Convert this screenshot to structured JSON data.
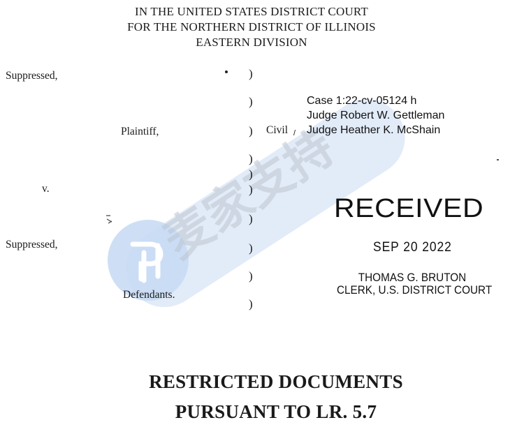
{
  "header": {
    "line1": "IN THE UNITED STATES DISTRICT COURT",
    "line2": "FOR THE NORTHERN DISTRICT OF ILLINOIS",
    "line3": "EASTERN DIVISION"
  },
  "caption": {
    "plaintiff_name": "Suppressed,",
    "plaintiff_role": "Plaintiff,",
    "versus": "v.",
    "defendant_name": "Suppressed,",
    "defendant_role": "Defendants.",
    "civil_label": "Civil",
    "paren": ")"
  },
  "case_info": {
    "case_number": "Case 1:22-cv-05124 h",
    "judge": "Judge Robert W. Gettleman",
    "magistrate": "Judge Heather K. McShain"
  },
  "stamp": {
    "received": "RECEIVED",
    "date": "SEP 20 2022",
    "clerk_name": "THOMAS G. BRUTON",
    "clerk_title": "CLERK, U.S. DISTRICT COURT"
  },
  "document_title": {
    "line1": "RESTRICTED DOCUMENTS",
    "line2": "PURSUANT TO LR. 5.7"
  },
  "watermark": {
    "text": "麦家支持",
    "color": "#c5d8f2"
  }
}
